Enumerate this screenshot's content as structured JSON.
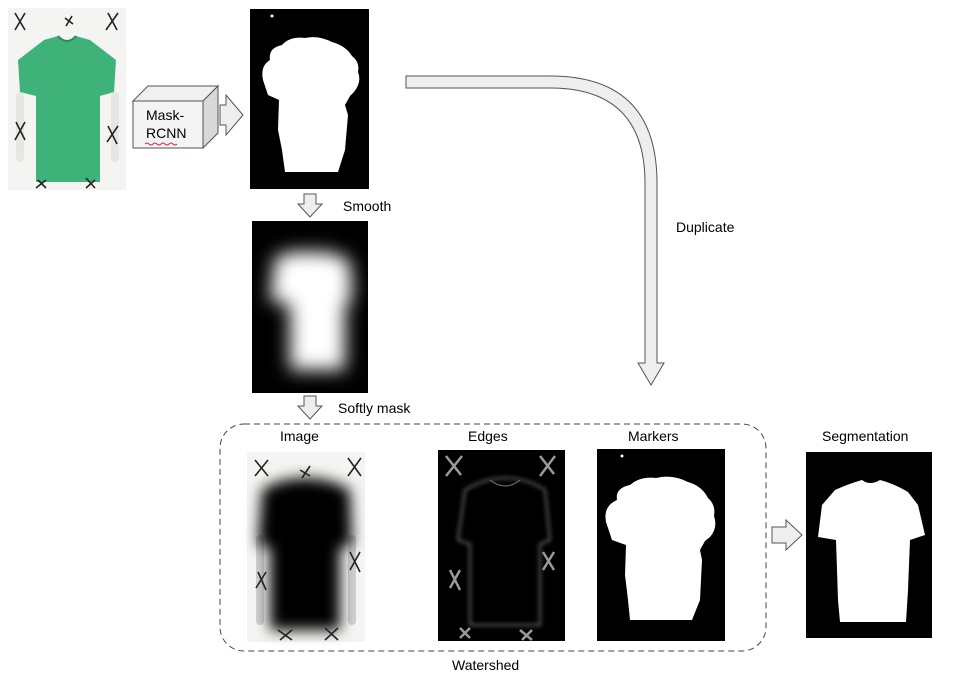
{
  "labels": {
    "mask_rcnn_line1": "Mask-",
    "mask_rcnn_line2": "RCNN",
    "smooth": "Smooth",
    "softly_mask": "Softly mask",
    "duplicate": "Duplicate",
    "image": "Image",
    "edges": "Edges",
    "markers": "Markers",
    "segmentation": "Segmentation",
    "watershed": "Watershed"
  },
  "colors": {
    "shirt_green": "#3fb27a",
    "arrow_fill": "#eeeeee",
    "arrow_stroke": "#555555",
    "mask_black": "#000000",
    "mask_white": "#ffffff",
    "photo_bg": "#f4f4f2"
  }
}
